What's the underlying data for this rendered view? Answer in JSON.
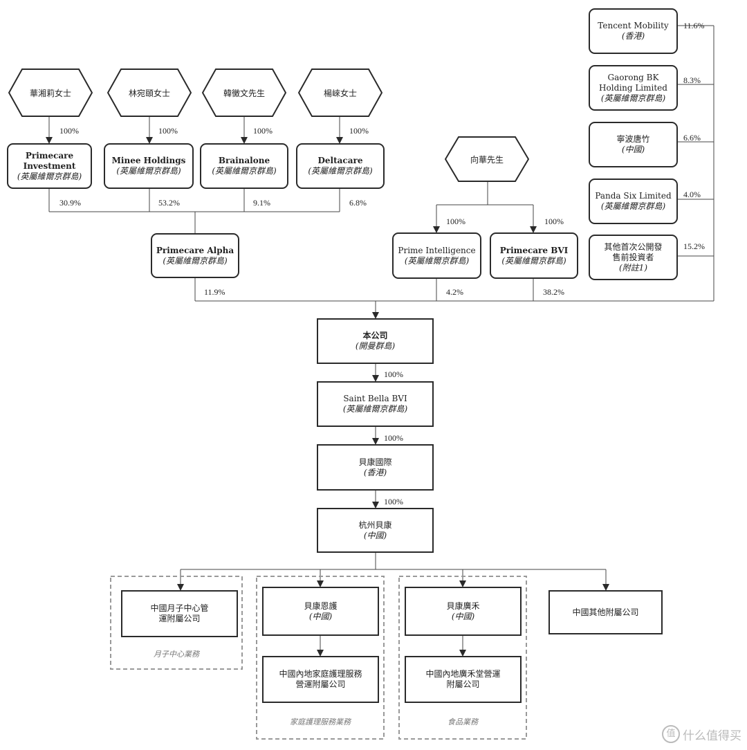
{
  "shareholders": [
    {
      "name": "華湘莉女士"
    },
    {
      "name": "林宛頤女士"
    },
    {
      "name": "韓黴文先生"
    },
    {
      "name": "楊崍女士"
    },
    {
      "name": "向華先生"
    }
  ],
  "entities": {
    "primecare_investment": {
      "name": "Primecare Investment",
      "place": "(英屬維爾京群島)"
    },
    "minee": {
      "name": "Minee Holdings",
      "place": "(英屬維爾京群島)"
    },
    "brainalone": {
      "name": "Brainalone",
      "place": "(英屬維爾京群島)"
    },
    "deltacare": {
      "name": "Deltacare",
      "place": "(英屬維爾京群島)"
    },
    "primecare_alpha": {
      "name": "Primecare Alpha",
      "place": "(英屬維爾京群島)"
    },
    "prime_intelligence": {
      "name": "Prime Intelligence",
      "place": "(英屬維爾京群島)"
    },
    "primecare_bvi": {
      "name": "Primecare BVI",
      "place": "(英屬維爾京群島)"
    },
    "tencent": {
      "name": "Tencent Mobility",
      "place": "(香港)"
    },
    "gaorong": {
      "name": "Gaorong BK Holding Limited",
      "place": "(英屬維爾京群島)"
    },
    "ningbo": {
      "name": "寧波唐竹",
      "place": "(中國)"
    },
    "panda": {
      "name": "Panda Six Limited",
      "place": "(英屬維爾京群島)"
    },
    "other_investors": {
      "name": "其他首次公開發售前投資者",
      "place": "(附註1)"
    },
    "company": {
      "name": "本公司",
      "place": "(開曼群島)"
    },
    "saint_bella": {
      "name": "Saint Bella BVI",
      "place": "(英屬維爾京群島)"
    },
    "beikang_intl": {
      "name": "貝康國際",
      "place": "(香港)"
    },
    "hangzhou": {
      "name": "杭州貝康",
      "place": "(中國)"
    },
    "confinement_sub": {
      "name": "中國月子中心管運附屬公司"
    },
    "beikang_enhu": {
      "name": "貝康恩護",
      "place": "(中國)"
    },
    "home_care_sub": {
      "name": "中國內地家庭護理服務營運附屬公司"
    },
    "beikang_guanghe": {
      "name": "貝康廣禾",
      "place": "(中國)"
    },
    "food_sub": {
      "name": "中國內地廣禾堂營運附屬公司"
    },
    "other_sub": {
      "name": "中國其他附屬公司"
    }
  },
  "percentages": {
    "p1": "100%",
    "p2": "100%",
    "p3": "100%",
    "p4": "100%",
    "inv": "30.9%",
    "minee": "53.2%",
    "brain": "9.1%",
    "delta": "6.8%",
    "xh1": "100%",
    "xh2": "100%",
    "alpha": "11.9%",
    "pi": "4.2%",
    "bvi": "38.2%",
    "tencent": "11.6%",
    "gaorong": "8.3%",
    "ningbo": "6.6%",
    "panda": "4.0%",
    "other": "15.2%",
    "c1": "100%",
    "c2": "100%",
    "c3": "100%"
  },
  "groups": {
    "confinement": "月子中心業務",
    "home_care": "家庭護理服務業務",
    "food": "食品業務"
  },
  "watermark": "什么值得买"
}
